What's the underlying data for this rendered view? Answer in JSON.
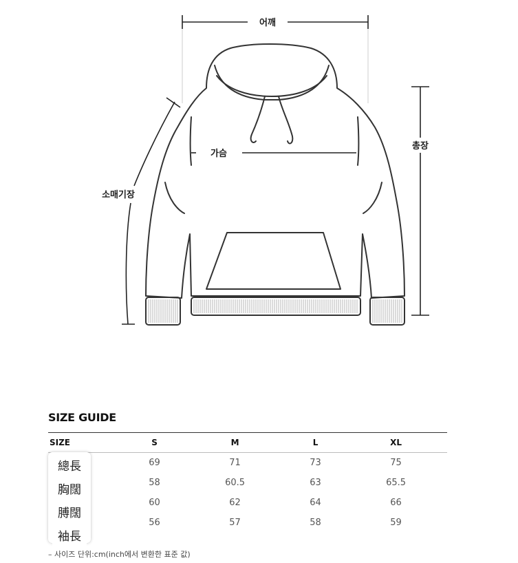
{
  "diagram": {
    "labels": {
      "shoulder": "어깨",
      "chest": "가슴",
      "total_length": "총장",
      "sleeve_length": "소매기장"
    }
  },
  "size_guide": {
    "title": "SIZE GUIDE",
    "columns": [
      "SIZE",
      "S",
      "M",
      "L",
      "XL"
    ],
    "rows": [
      {
        "label": "總長",
        "values": [
          "69",
          "71",
          "73",
          "75"
        ]
      },
      {
        "label": "胸闊",
        "values": [
          "58",
          "60.5",
          "63",
          "65.5"
        ]
      },
      {
        "label": "膊闊",
        "values": [
          "60",
          "62",
          "64",
          "66"
        ]
      },
      {
        "label": "袖長",
        "values": [
          "56",
          "57",
          "58",
          "59"
        ]
      }
    ],
    "footnote": "– 사이즈 단위:cm(inch에서 변환한 표준 값)"
  }
}
